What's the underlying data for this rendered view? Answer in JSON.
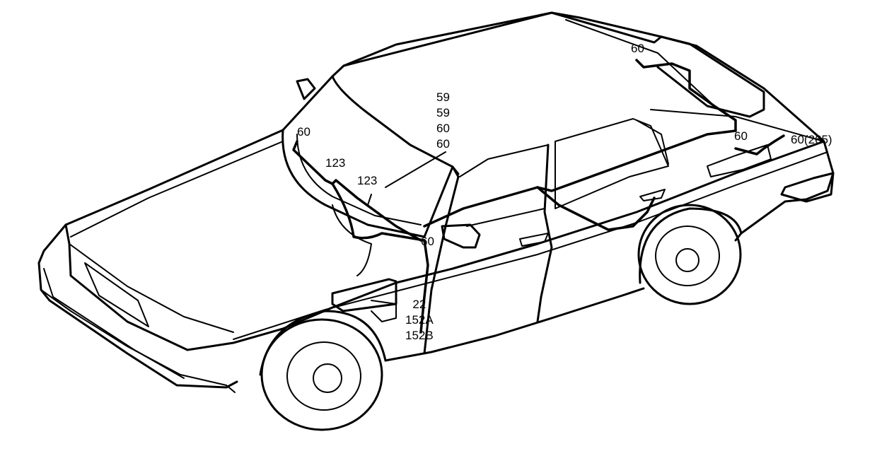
{
  "callouts": {
    "rear_window": "60",
    "center_stack": [
      "59",
      "59",
      "60",
      "60"
    ],
    "front_left": "60",
    "front_123_a": "123",
    "front_123_b": "123",
    "mirror": "60",
    "rear_light_a": "60",
    "rear_light_b": "60(265)",
    "door_stack": [
      "22",
      "152A",
      "152B"
    ]
  },
  "colors": {
    "line": "#000000",
    "background": "#ffffff"
  }
}
